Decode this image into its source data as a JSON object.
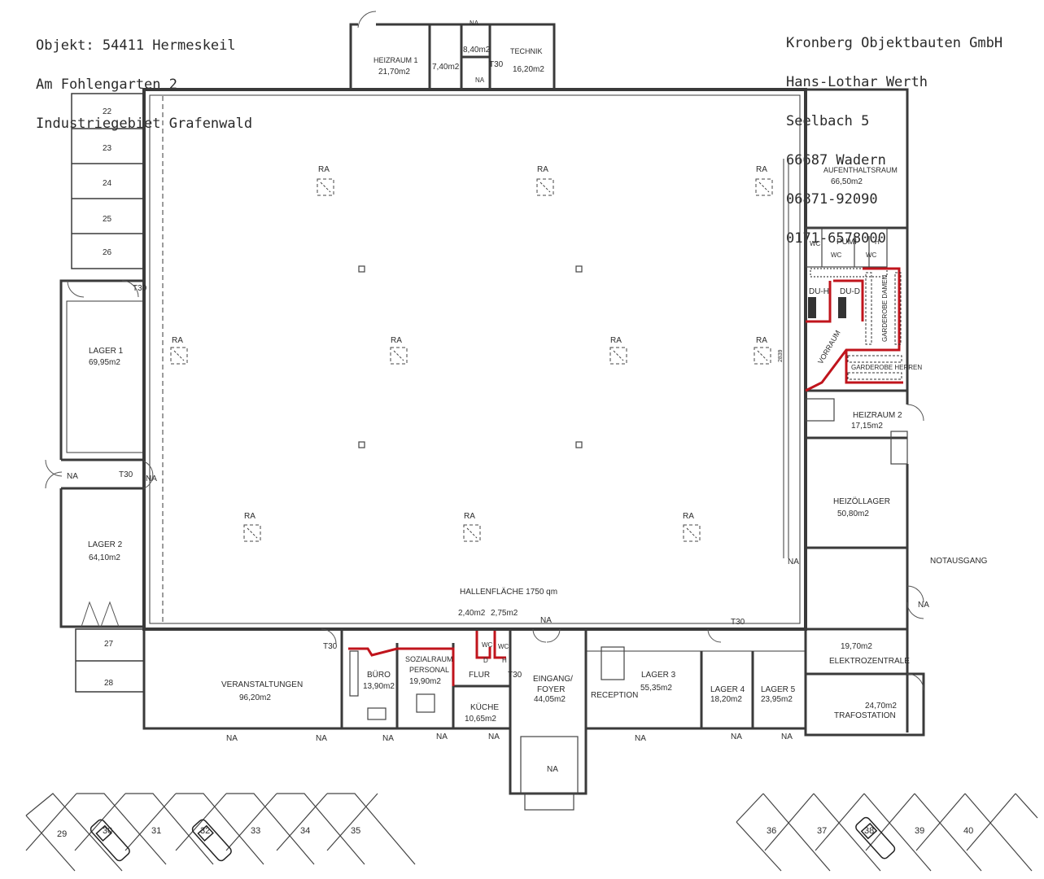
{
  "header_left": {
    "line1": "Objekt: 54411 Hermeskeil",
    "line2": "Am Fohlengarten 2",
    "line3": "Industriegebiet Grafenwald"
  },
  "header_right": {
    "line1": "Kronberg Objektbauten GmbH",
    "line2": "Hans-Lothar Werth",
    "line3": "Seelbach 5",
    "line4": "66687 Wadern",
    "line5": "06871-92090",
    "line6": "0171-6578000"
  },
  "hall": {
    "label": "HALLENFLÄCHE 1750 qm",
    "dimension": "2839"
  },
  "rooms": {
    "heizraum1": {
      "name": "HEIZRAUM 1",
      "area": "21,70m2"
    },
    "small_740": {
      "area": "7,40m2"
    },
    "small_840": {
      "area": "8,40m2"
    },
    "technik": {
      "name": "TECHNIK",
      "area": "16,20m2"
    },
    "lager1": {
      "name": "LAGER 1",
      "area": "69,95m2"
    },
    "lager2": {
      "name": "LAGER 2",
      "area": "64,10m2"
    },
    "aufenthalt": {
      "name": "AUFENTHALTSRAUM",
      "area": "66,50m2"
    },
    "pumi": {
      "name": "PUMI"
    },
    "duh": {
      "name": "DU-H"
    },
    "dud": {
      "name": "DU-D"
    },
    "vorraum": {
      "name": "VORRAUM"
    },
    "garderobe_damen": {
      "name": "GARDEROBE DAMEN"
    },
    "garderobe_herren": {
      "name": "GARDEROBE HERREN"
    },
    "heizraum2": {
      "name": "HEIZRAUM 2",
      "area": "17,15m2"
    },
    "heizoellager": {
      "name": "HEIZÖLLAGER",
      "area": "50,80m2"
    },
    "elektro": {
      "name": "ELEKTROZENTRALE",
      "area": "19,70m2"
    },
    "trafo": {
      "name": "TRAFOSTATION",
      "area": "24,70m2"
    },
    "veranstaltungen": {
      "name": "VERANSTALTUNGEN",
      "area": "96,20m2"
    },
    "buero": {
      "name": "BÜRO",
      "area": "13,90m2"
    },
    "sozialraum": {
      "name1": "SOZIALRAUM",
      "name2": "PERSONAL",
      "area": "19,90m2"
    },
    "flur": {
      "name": "FLUR"
    },
    "kueche": {
      "name": "KÜCHE",
      "area": "10,65m2"
    },
    "wc240": {
      "area": "2,40m2"
    },
    "wc275": {
      "area": "2,75m2"
    },
    "eingang": {
      "name1": "EINGANG/",
      "name2": "FOYER",
      "area": "44,05m2"
    },
    "reception": {
      "name": "RECEPTION"
    },
    "lager3": {
      "name": "LAGER 3",
      "area": "55,35m2"
    },
    "lager4": {
      "name": "LAGER 4",
      "area": "18,20m2"
    },
    "lager5": {
      "name": "LAGER 5",
      "area": "23,95m2"
    }
  },
  "labels": {
    "ra": "RA",
    "na": "NA",
    "t30": "T30",
    "wc": "WC",
    "h": "H",
    "d": "D",
    "notausgang": "NOTAUSGANG"
  },
  "parking_left_stack": [
    "22",
    "23",
    "24",
    "25",
    "26",
    "27",
    "28"
  ],
  "parking_bottom_left": [
    "29",
    "30",
    "31",
    "32",
    "33",
    "34",
    "35"
  ],
  "parking_bottom_right": [
    "36",
    "37",
    "38",
    "39",
    "40"
  ],
  "colors": {
    "wall": "#3a3a3a",
    "red_wall": "#c0141c",
    "line": "#555555"
  }
}
